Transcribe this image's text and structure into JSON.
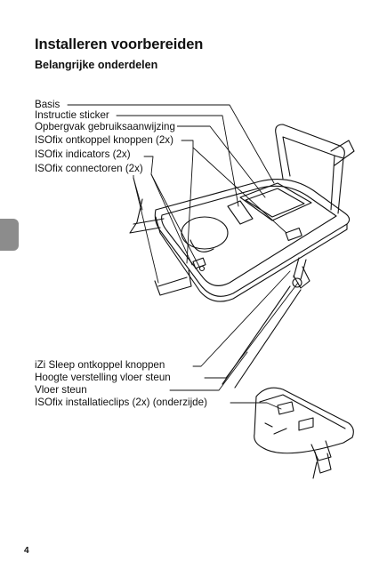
{
  "header": {
    "title": "Installeren voorbereiden",
    "subtitle": "Belangrijke onderdelen"
  },
  "callouts_top": [
    "Basis",
    "Instructie sticker",
    "Opbergvak gebruiksaanwijzing",
    "ISOfix ontkoppel knoppen (2x)",
    "ISOfix indicators (2x)",
    "ISOfix connectoren (2x)"
  ],
  "callouts_bottom": [
    "iZi Sleep ontkoppel knoppen",
    "Hoogte verstelling vloer steun",
    "Vloer steun",
    "ISOfix installatieclips (2x) (onderzijde)"
  ],
  "page_number": "4"
}
